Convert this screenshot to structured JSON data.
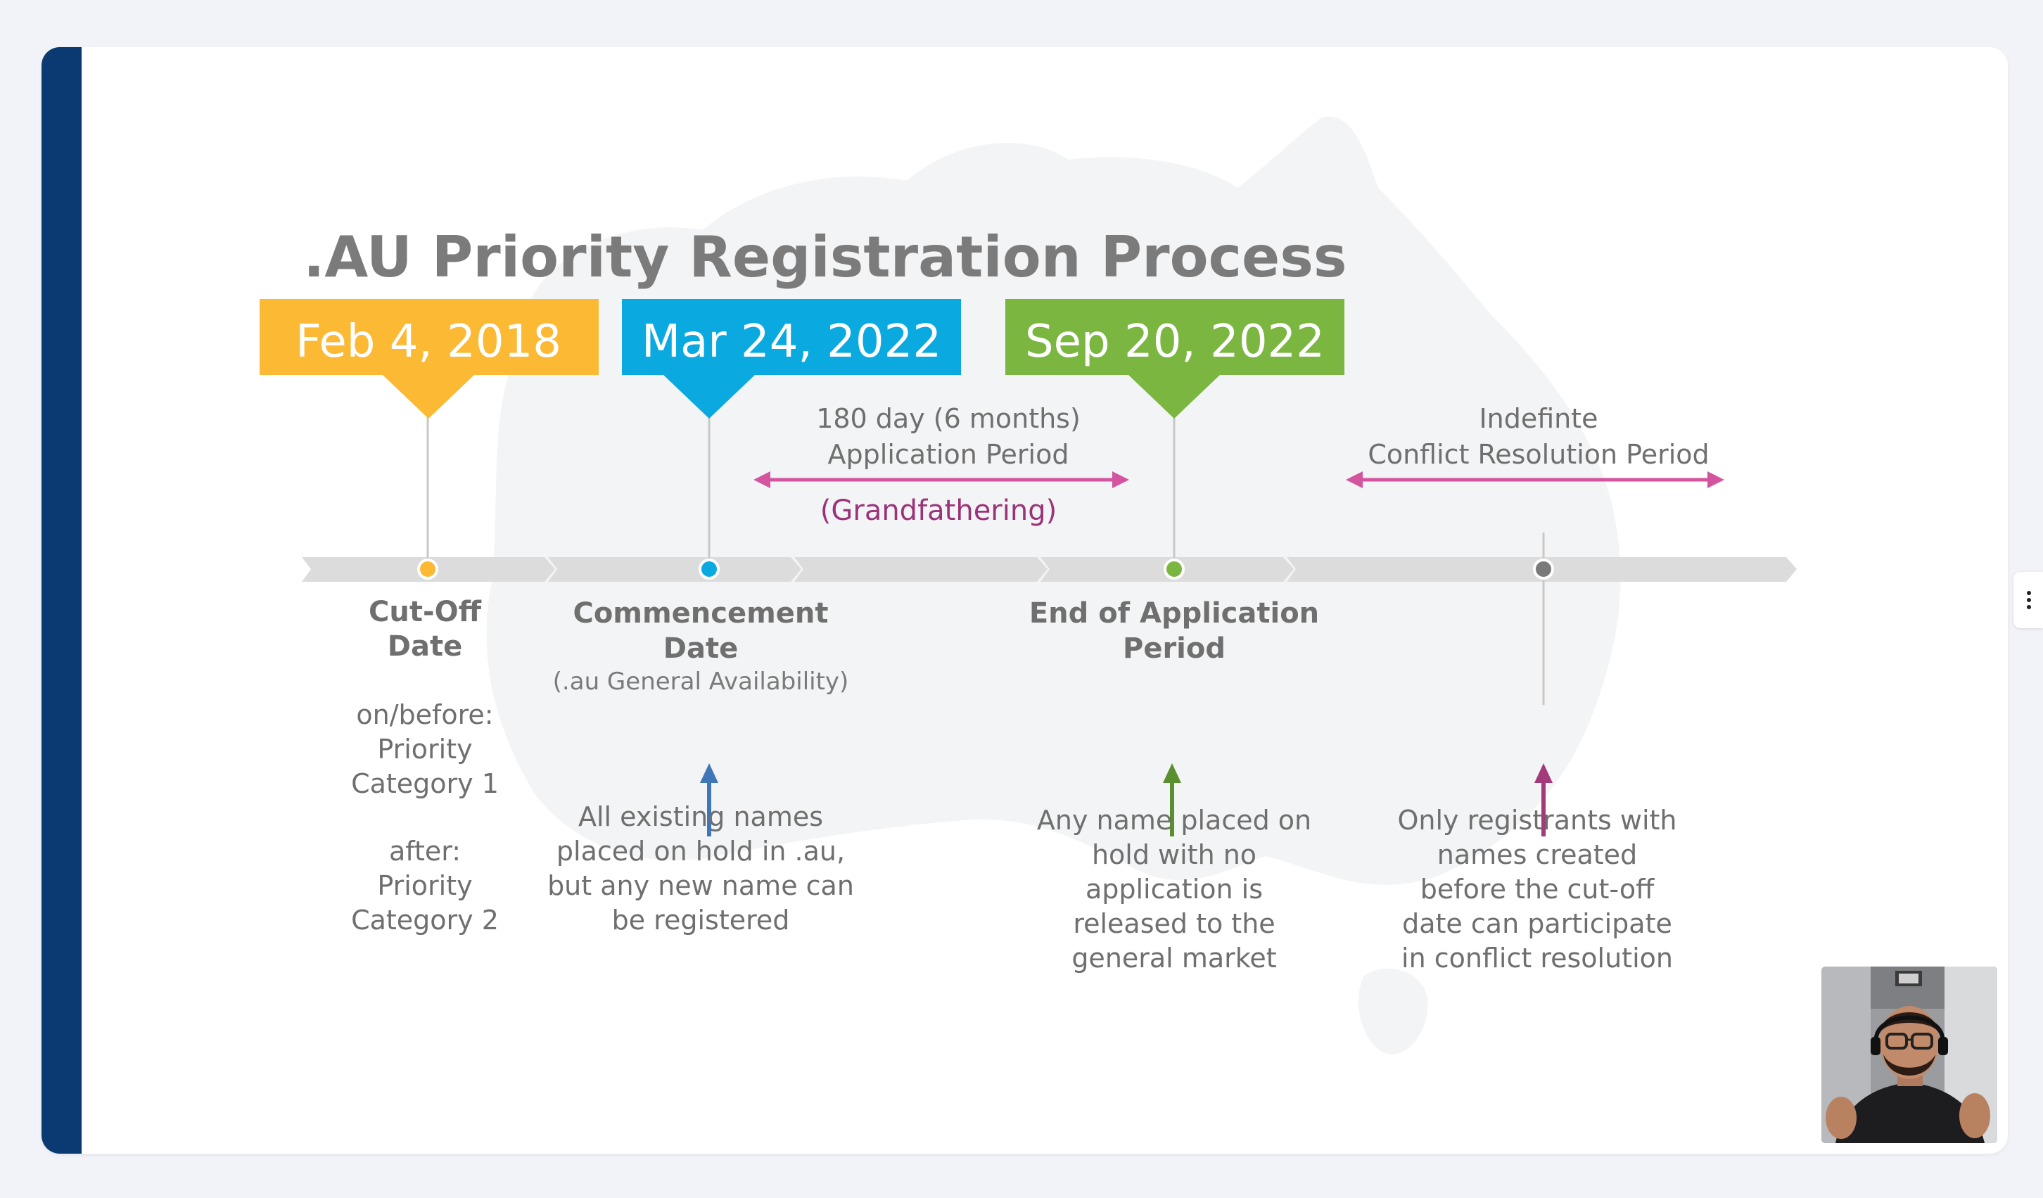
{
  "slide": {
    "title": ".AU Priority Registration Process",
    "dates": [
      {
        "label": "Feb 4, 2018",
        "color": "#fbb934"
      },
      {
        "label": "Mar 24, 2022",
        "color": "#0aa9df"
      },
      {
        "label": "Sep 20, 2022",
        "color": "#7ab640"
      }
    ],
    "application_period": {
      "line1": "180 day (6 months)",
      "line2": "Application Period",
      "note": "(Grandfathering)",
      "arrow_color": "#d3559f",
      "note_color": "#9b3379"
    },
    "conflict_period": {
      "line1": "Indefinte",
      "line2": "Conflict Resolution Period",
      "arrow_color": "#d3559f"
    },
    "milestones": {
      "cutoff": {
        "title_line1": "Cut-Off",
        "title_line2": "Date",
        "dot_color": "#fbb934",
        "desc": [
          "on/before:",
          "Priority",
          "Category 1",
          "",
          "after:",
          "Priority",
          "Category 2"
        ]
      },
      "commencement": {
        "title_line1": "Commencement",
        "title_line2": "Date",
        "subtitle": "(.au General Availability)",
        "dot_color": "#0aa9df",
        "arrow_color": "#3f76b8",
        "desc": [
          "All existing names",
          "placed on hold in .au,",
          "but any new name can",
          "be registered"
        ]
      },
      "end_application": {
        "title_line1": "End of Application",
        "title_line2": "Period",
        "dot_color": "#7ab640",
        "arrow_color": "#5a8f2f",
        "desc": [
          "Any name placed on",
          "hold with no",
          "application is",
          "released to the",
          "general market"
        ]
      },
      "conflict": {
        "dot_color": "#7a7a7a",
        "arrow_color": "#a33a79",
        "desc": [
          "Only registrants with",
          "names created",
          "before the cut-off",
          "date can participate",
          "in conflict resolution"
        ]
      }
    }
  },
  "colors": {
    "accent_bar": "#0b3a73",
    "text_gray": "#6f6f6f",
    "title_gray": "#7b7b7b",
    "timeline_gray": "#dcdcdc"
  },
  "icons": {
    "menu": "vertical-dots-icon"
  }
}
